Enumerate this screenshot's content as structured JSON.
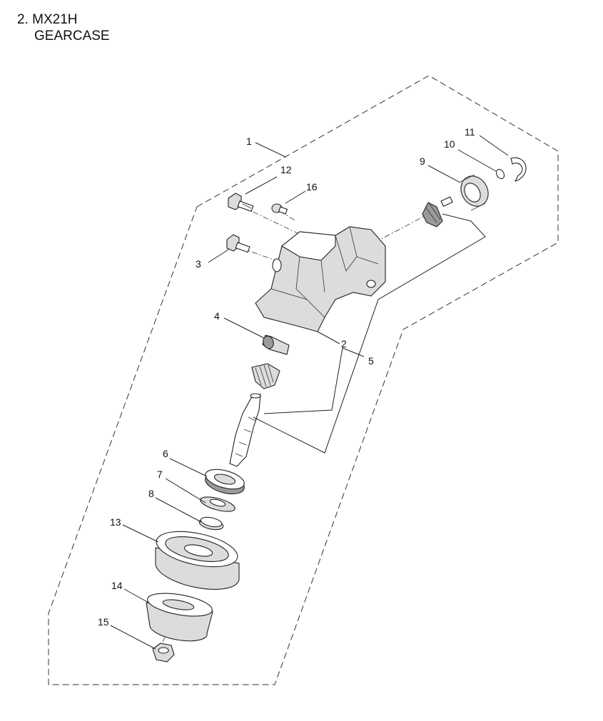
{
  "header": {
    "line1": "2. MX21H",
    "line2": "GEARCASE"
  },
  "callouts": [
    "1",
    "2",
    "3",
    "4",
    "5",
    "6",
    "7",
    "8",
    "9",
    "10",
    "11",
    "12",
    "13",
    "14",
    "15",
    "16"
  ]
}
